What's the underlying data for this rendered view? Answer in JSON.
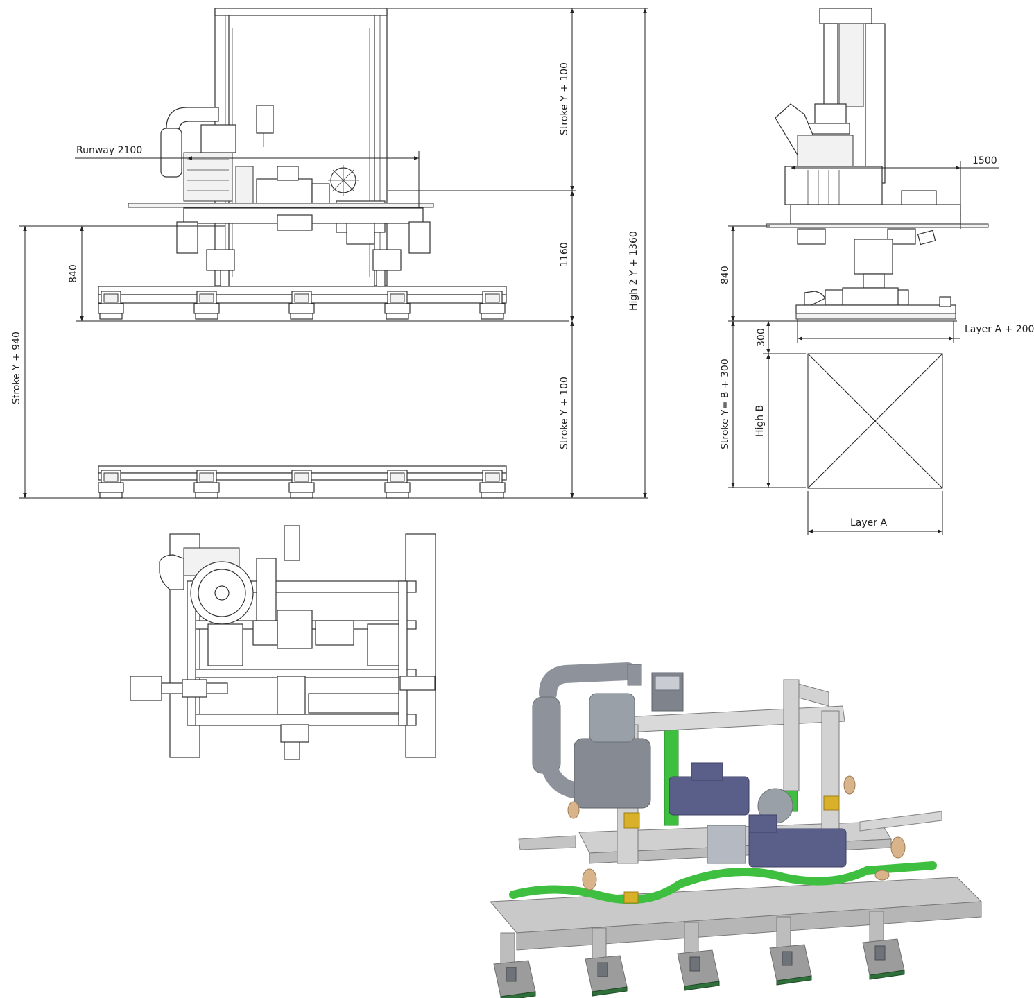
{
  "front_view": {
    "runway": "Runway 2100",
    "stroke_upper": "Stroke Y + 100",
    "dim_1160": "1160",
    "stroke_lower": "Stroke Y + 100",
    "high_total": "High 2 Y + 1360",
    "dim_840": "840",
    "stroke_left": "Stroke Y + 940"
  },
  "side_view": {
    "dim_1500": "1500",
    "dim_840": "840",
    "dim_300": "300",
    "layer_a_200": "Layer A + 200",
    "stroke_yb": "Stroke Y= B + 300",
    "high_b": "High B",
    "layer_a": "Layer A"
  },
  "colors": {
    "frame_grey": "#cfcfcf",
    "motor_blue": "#5a5f8a",
    "blower_grey": "#8e939b",
    "hose_green": "#3fbf3f",
    "pad_green": "#2f6f3a",
    "wheel_tan": "#d9b48a",
    "yellow": "#d8b02a"
  }
}
